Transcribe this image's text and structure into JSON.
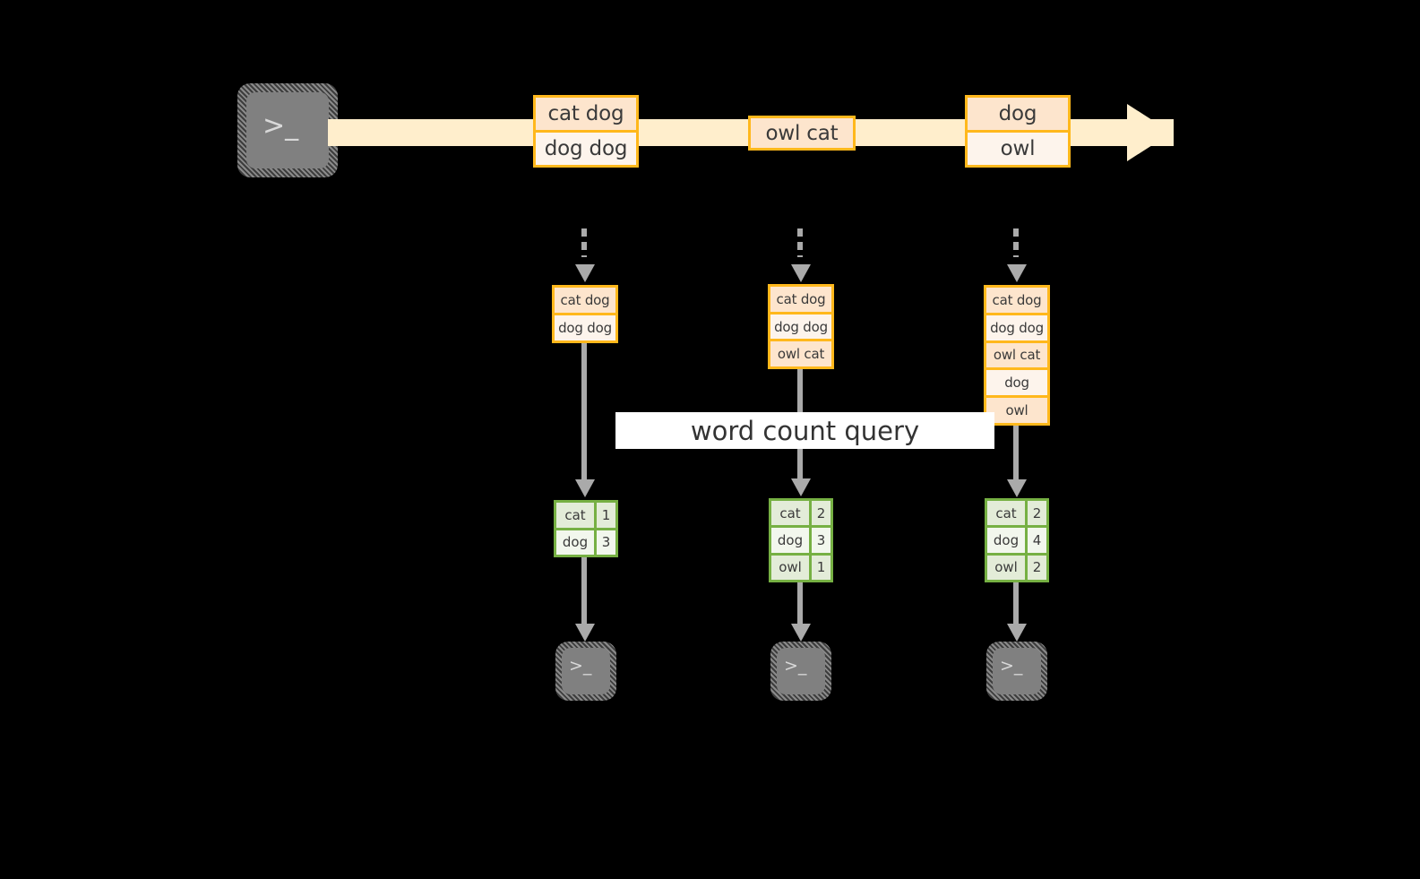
{
  "diagram": {
    "type": "streaming-word-count-dataflow",
    "query_label": "word count query",
    "source_terminal": {
      "icon": "terminal-icon",
      "glyph": ">_"
    },
    "stream": {
      "groups": [
        {
          "id": "group-1",
          "rows": [
            "cat dog",
            "dog dog"
          ]
        },
        {
          "id": "group-2",
          "rows": [
            "owl cat"
          ]
        },
        {
          "id": "group-3",
          "rows": [
            "dog",
            "owl"
          ]
        }
      ]
    },
    "columns": [
      {
        "id": "column-1",
        "input_rows": [
          "cat dog",
          "dog dog"
        ],
        "result": {
          "headers_visible": false,
          "rows": [
            {
              "word": "cat",
              "count": "1"
            },
            {
              "word": "dog",
              "count": "3"
            }
          ]
        },
        "sink_terminal": {
          "icon": "terminal-icon",
          "glyph": ">_"
        }
      },
      {
        "id": "column-2",
        "input_rows": [
          "cat dog",
          "dog dog",
          "owl cat"
        ],
        "result": {
          "headers_visible": false,
          "rows": [
            {
              "word": "cat",
              "count": "2"
            },
            {
              "word": "dog",
              "count": "3"
            },
            {
              "word": "owl",
              "count": "1"
            }
          ]
        },
        "sink_terminal": {
          "icon": "terminal-icon",
          "glyph": ">_"
        }
      },
      {
        "id": "column-3",
        "input_rows": [
          "cat dog",
          "dog dog",
          "owl cat",
          "dog",
          "owl"
        ],
        "result": {
          "headers_visible": false,
          "rows": [
            {
              "word": "cat",
              "count": "2"
            },
            {
              "word": "dog",
              "count": "4"
            },
            {
              "word": "owl",
              "count": "2"
            }
          ]
        },
        "sink_terminal": {
          "icon": "terminal-icon",
          "glyph": ">_"
        }
      }
    ],
    "colors": {
      "background": "#000000",
      "stream_band": "#ffeecc",
      "record_border": "#ffb81c",
      "record_shade": "#fde5cd",
      "record_plain": "#fdf4ec",
      "result_border": "#76b043",
      "result_shade": "#e3ecd8",
      "result_plain": "#f2f7ed",
      "arrow": "#aaaaaa",
      "terminal_face": "#808080",
      "label_background": "#ffffff",
      "text": "#3a3a3a"
    }
  }
}
